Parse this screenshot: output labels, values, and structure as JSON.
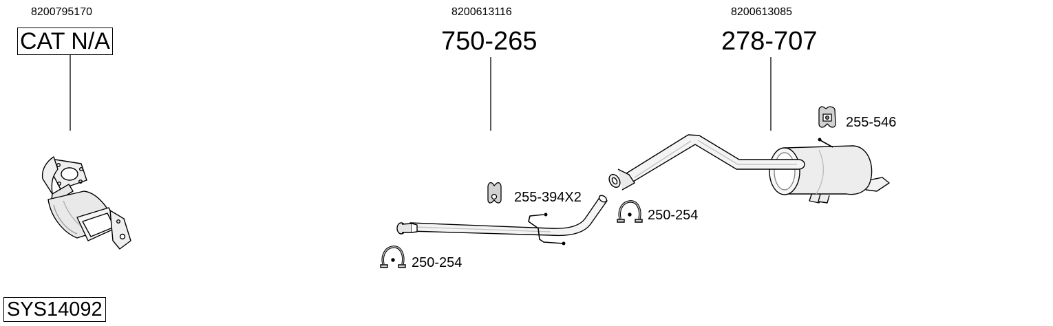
{
  "oem_numbers": [
    "8200795170",
    "8200613116",
    "8200613085"
  ],
  "main_parts": {
    "catalyst": "CAT N/A",
    "front_pipe": "750-265",
    "rear_silencer": "278-707"
  },
  "accessories": {
    "hanger_front": "255-394X2",
    "clamp_front": "250-254",
    "clamp_middle": "250-254",
    "hanger_rear": "255-546"
  },
  "system_id": "SYS14092"
}
